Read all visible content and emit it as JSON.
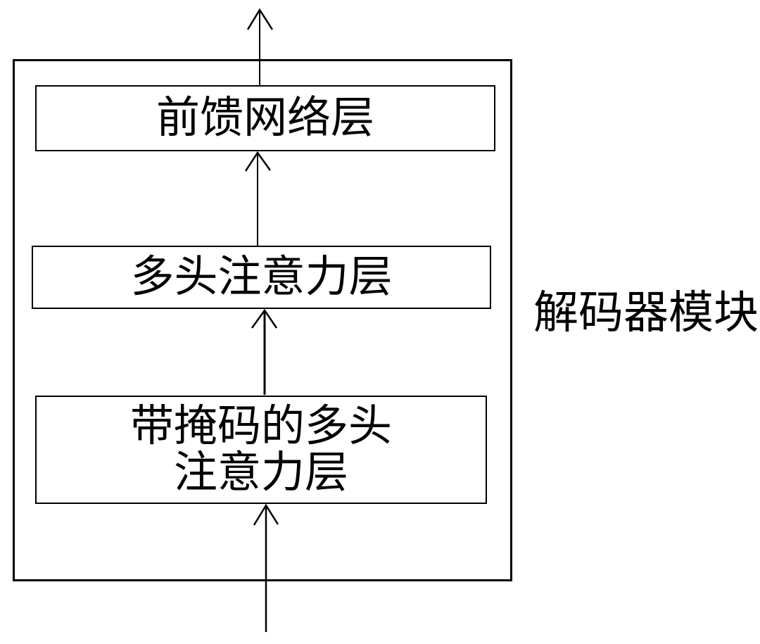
{
  "colors": {
    "background": "#ffffff",
    "line": "#000000",
    "text": "#000000"
  },
  "diagram": {
    "module_label": "解码器模块",
    "boxes": [
      {
        "label": "前馈网络层"
      },
      {
        "label": "多头注意力层"
      },
      {
        "label": "带掩码的多头\n注意力层"
      }
    ]
  }
}
